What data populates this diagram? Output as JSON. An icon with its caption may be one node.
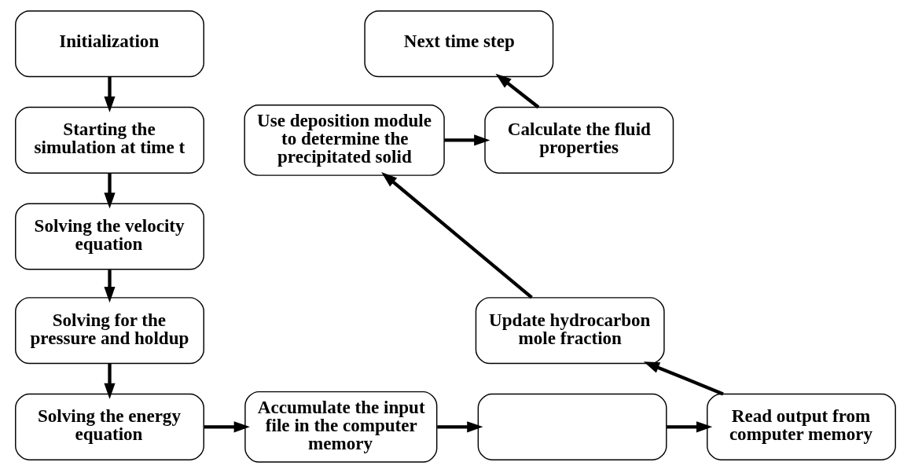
{
  "diagram": {
    "nodes": [
      {
        "text": [
          "Initialization"
        ]
      },
      {
        "text": [
          "Starting the simulation at time t"
        ]
      },
      {
        "text": [
          "Solving the velocity equation"
        ]
      },
      {
        "text": [
          "Solving for the pressure and holdup"
        ]
      },
      {
        "text": [
          "Solving the energy equation"
        ]
      },
      {
        "text": [
          "Accumulate the input file in the computer memory"
        ]
      },
      {
        "text": [],
        "shape": "box"
      },
      {
        "text": [
          "Read output from computer memory"
        ]
      },
      {
        "text": [
          "Update hydrocarbon mole fraction"
        ]
      },
      {
        "text": [
          "Use deposition module to determine the precipitated solid"
        ]
      },
      {
        "text": [
          "Calculate the fluid properties"
        ]
      },
      {
        "text": [
          "Next time step"
        ]
      }
    ],
    "edges": [
      {
        "from": 0,
        "to": 1,
        "arrow": "to"
      },
      {
        "from": 1,
        "to": 2,
        "arrow": "to"
      },
      {
        "from": 2,
        "to": 3,
        "arrow": "to"
      },
      {
        "from": 3,
        "to": 4,
        "arrow": "to"
      },
      {
        "from": 4,
        "to": 5,
        "arrow": "to"
      },
      {
        "from": 5,
        "to": 6,
        "arrow": "to"
      },
      {
        "from": 6,
        "to": 7,
        "arrow": "to"
      },
      {
        "from": 7,
        "to": 8,
        "arrow": "to"
      },
      {
        "from": 8,
        "to": 9,
        "arrow": "to"
      },
      {
        "from": 9,
        "to": 10,
        "arrow": "to"
      },
      {
        "from": 10,
        "to": 11,
        "arrow": "to"
      }
    ]
  }
}
